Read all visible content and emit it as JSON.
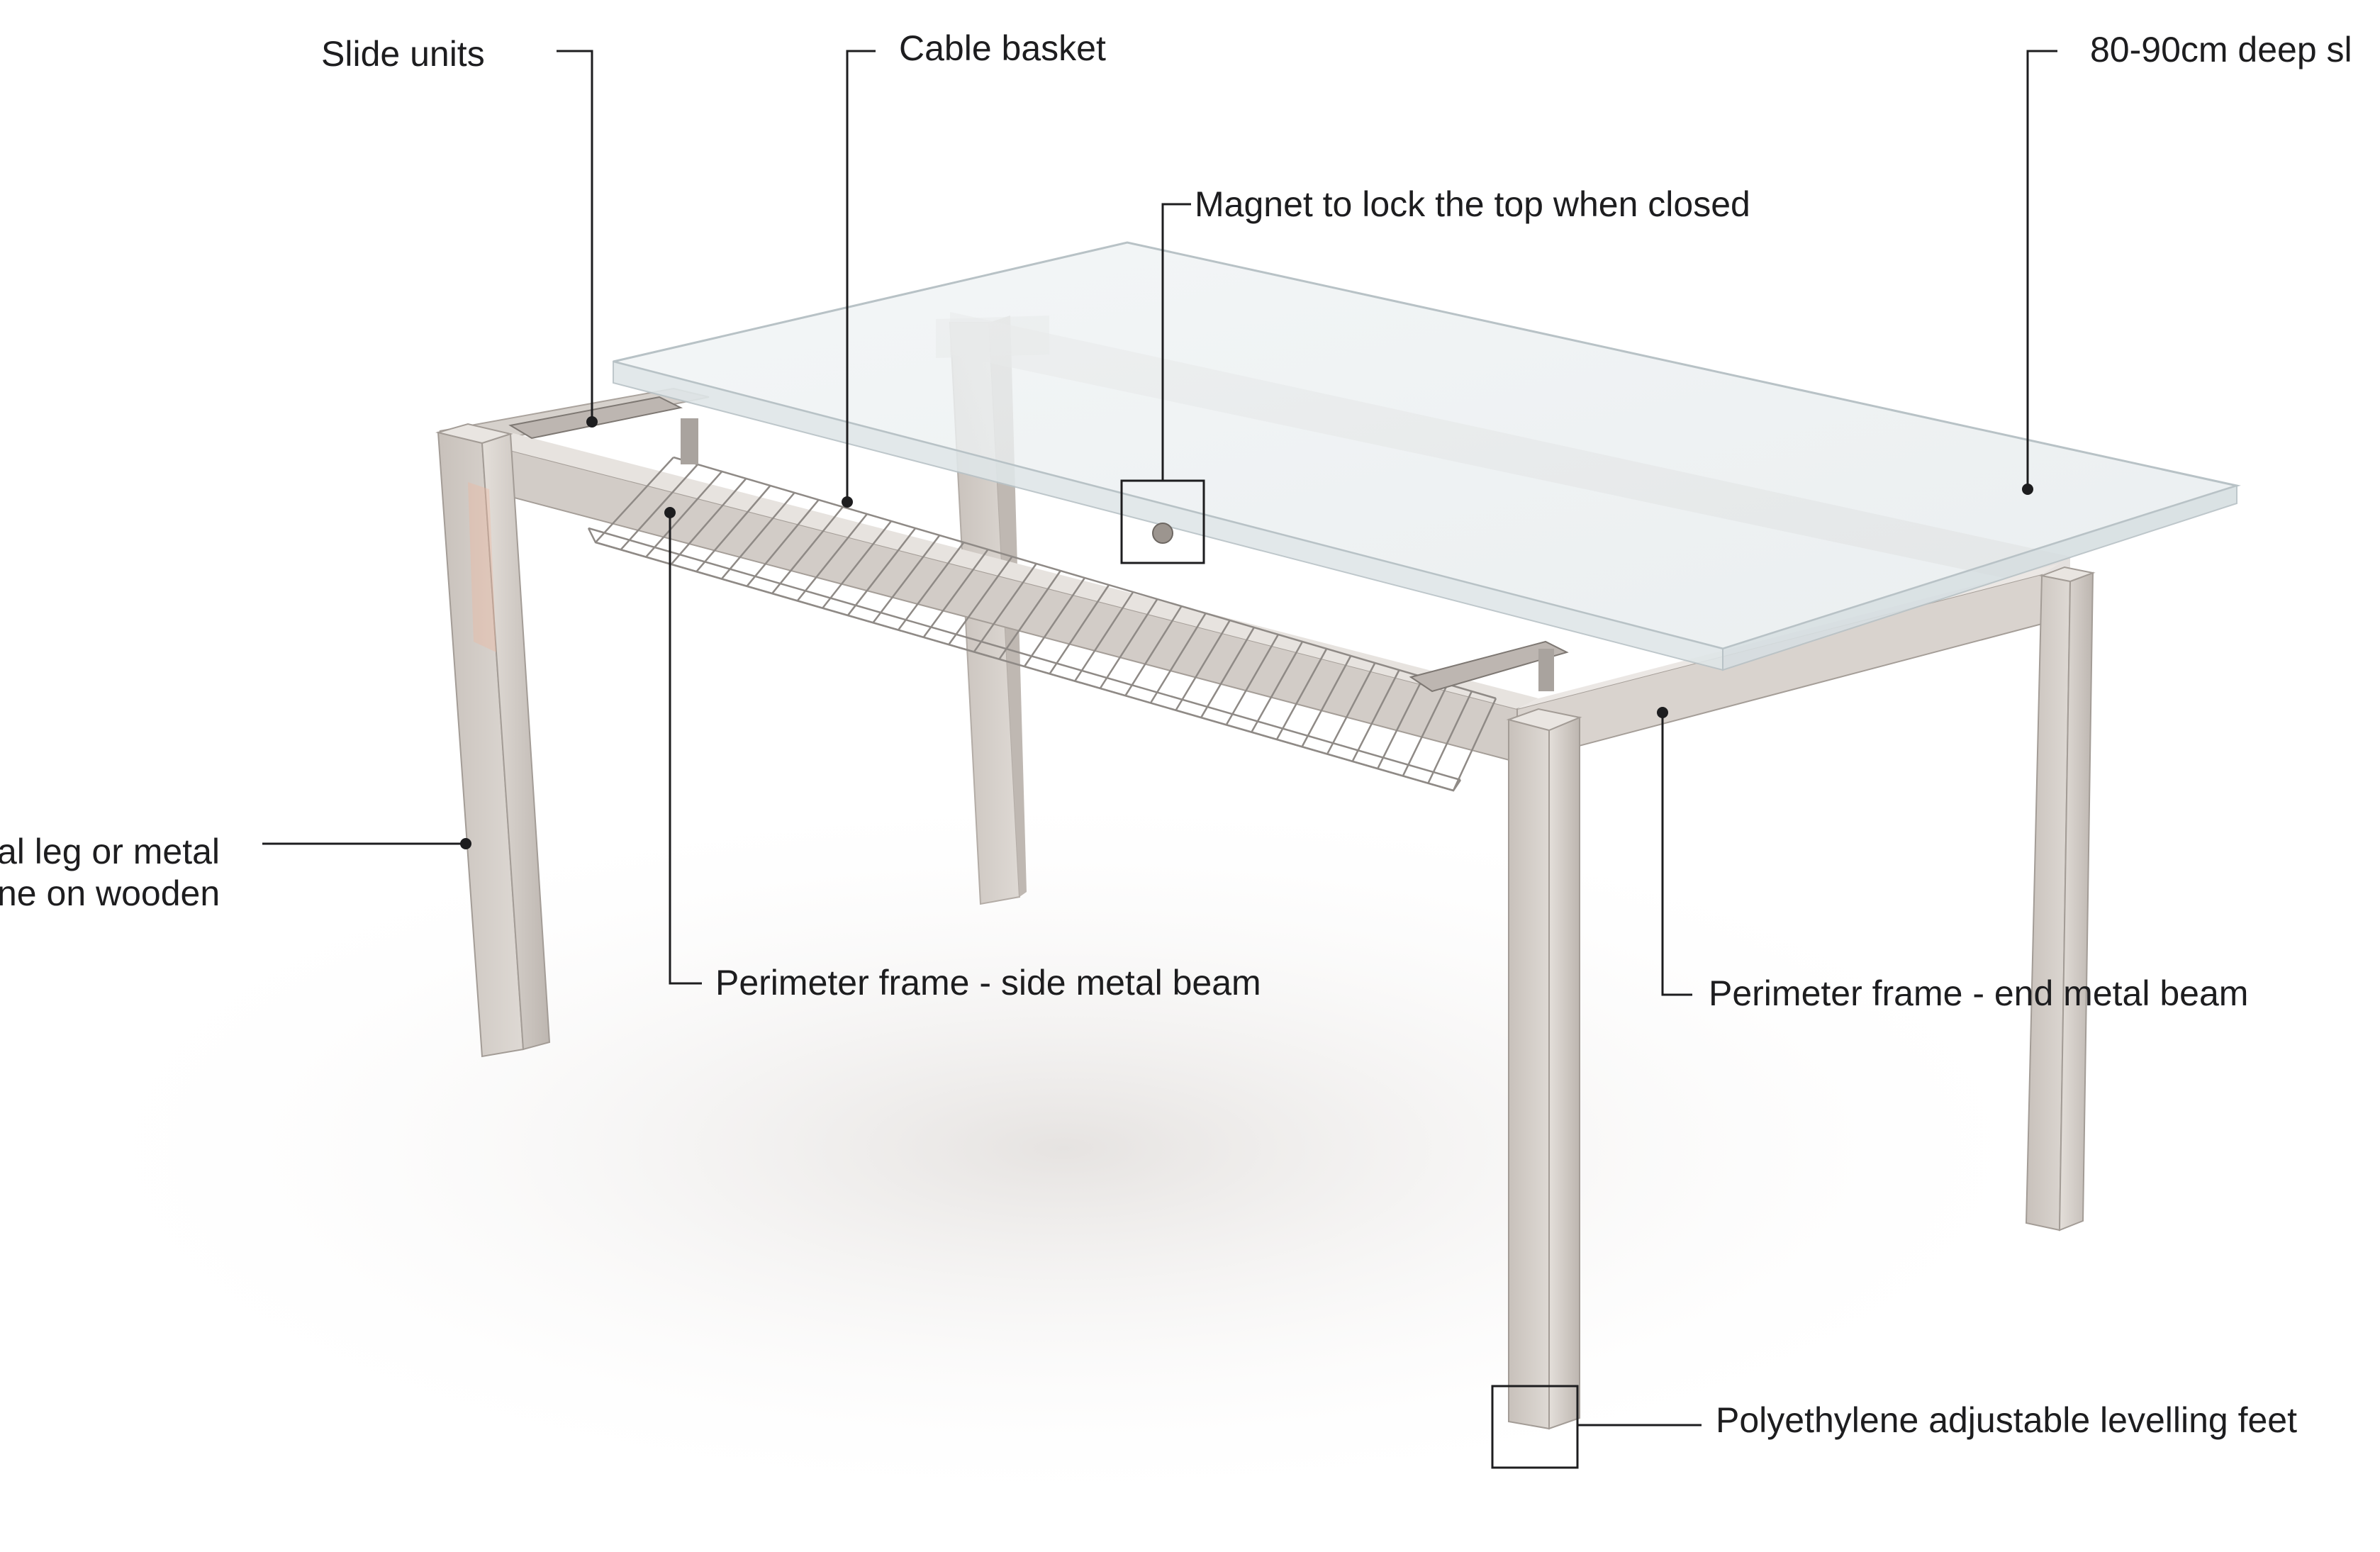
{
  "callouts": {
    "slide_units": "Slide units",
    "cable_basket": "Cable basket",
    "deep_top": "80-90cm deep sl",
    "magnet": "Magnet to lock the top when closed",
    "leg_line1": "al leg or metal",
    "leg_line2": "ne on wooden",
    "side_beam": "Perimeter frame - side metal beam",
    "end_beam": "Perimeter frame - end metal beam",
    "feet": "Polyethylene adjustable levelling feet"
  },
  "colors": {
    "leader": "#1d1d1f",
    "metal": "#cdc7c1",
    "glass": "#e9eff1"
  }
}
